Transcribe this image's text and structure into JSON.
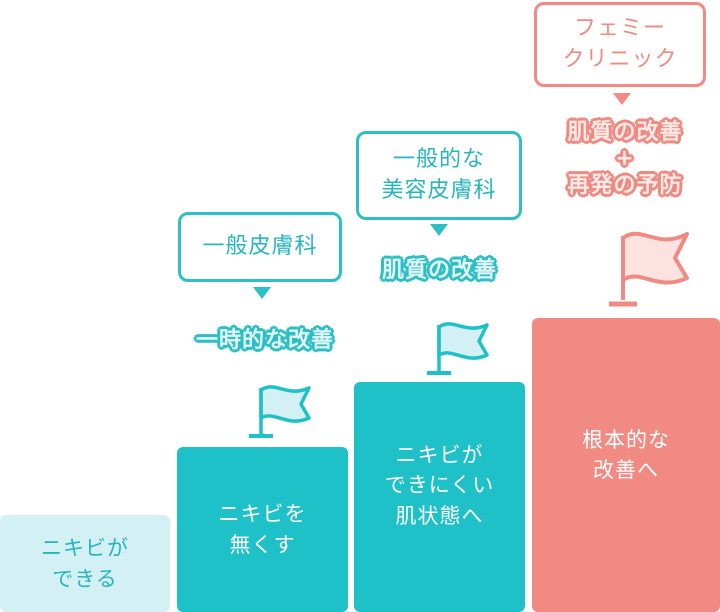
{
  "colors": {
    "teal": "#1fc1c9",
    "teal_light": "#d3f1f4",
    "teal_text": "#25b6bf",
    "pink": "#f08a82",
    "pink_light": "#fde3e0"
  },
  "steps": [
    {
      "label": "ニキビが\nできる"
    },
    {
      "label": "ニキビを\n無くす"
    },
    {
      "label": "ニキビが\nできにくい\n肌状態へ"
    },
    {
      "label": "根本的な\n改善へ"
    }
  ],
  "bubbles": [
    {
      "label": "一般皮膚科"
    },
    {
      "label": "一般的な\n美容皮膚科"
    },
    {
      "label": "フェミー\nクリニック"
    }
  ],
  "results": [
    {
      "label": "一時的な改善"
    },
    {
      "label": "肌質の改善"
    },
    {
      "label": "肌質の改善\n+\n再発の予防"
    }
  ],
  "icons": {
    "flag": "flag-icon"
  }
}
